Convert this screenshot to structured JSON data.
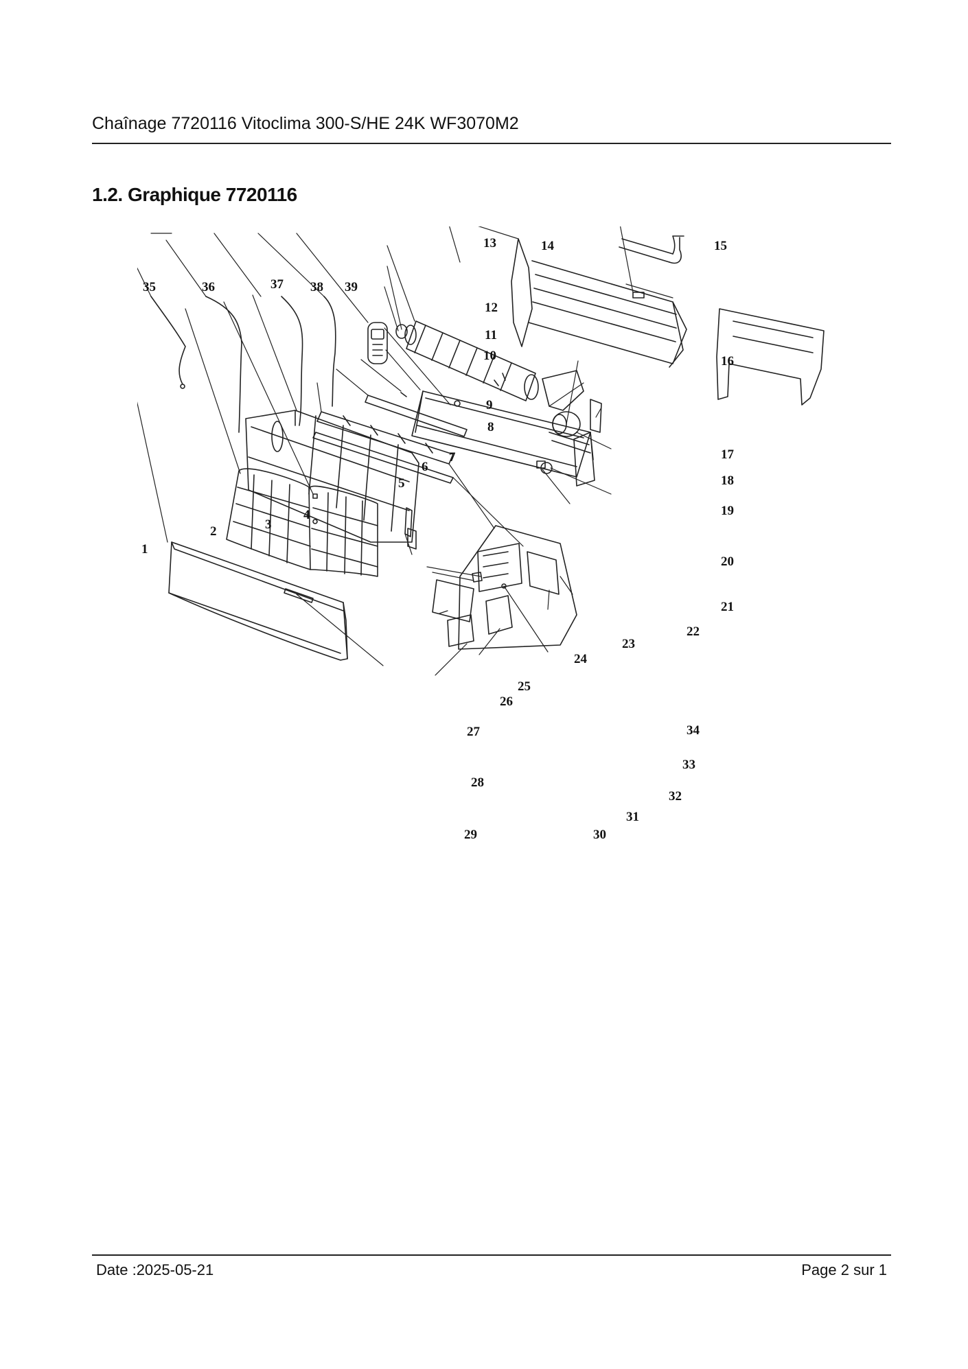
{
  "header": {
    "title": "Chaînage 7720116 Vitoclima 300-S/HE 24K WF3070M2"
  },
  "section": {
    "title": "1.2. Graphique 7720116"
  },
  "diagram": {
    "labels": [
      "1",
      "2",
      "3",
      "4",
      "5",
      "6",
      "7",
      "8",
      "9",
      "10",
      "11",
      "12",
      "13",
      "14",
      "15",
      "16",
      "17",
      "18",
      "19",
      "20",
      "21",
      "22",
      "23",
      "24",
      "25",
      "26",
      "27",
      "28",
      "29",
      "30",
      "31",
      "32",
      "33",
      "34",
      "35",
      "36",
      "37",
      "38",
      "39"
    ]
  },
  "footer": {
    "date": "Date :2025-05-21",
    "page": "Page 2 sur   1"
  }
}
